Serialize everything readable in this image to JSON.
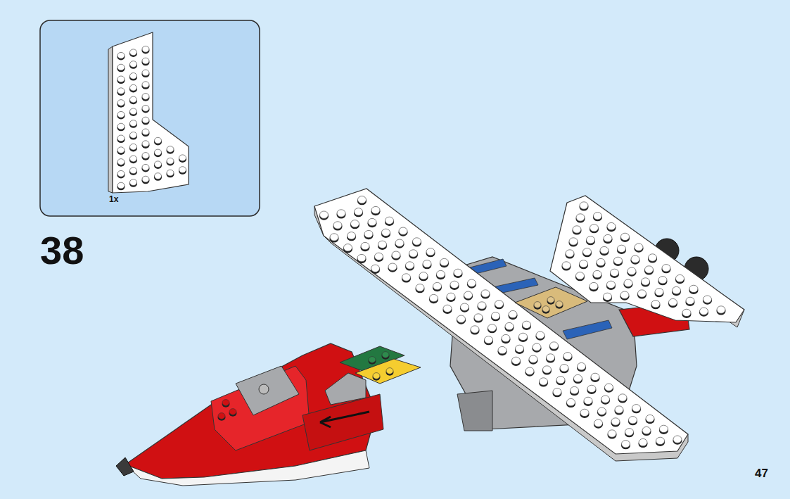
{
  "diagram": {
    "nodes": [
      {
        "text": [
          "1x"
        ]
      }
    ],
    "labels": [
      "38",
      "47"
    ]
  }
}
